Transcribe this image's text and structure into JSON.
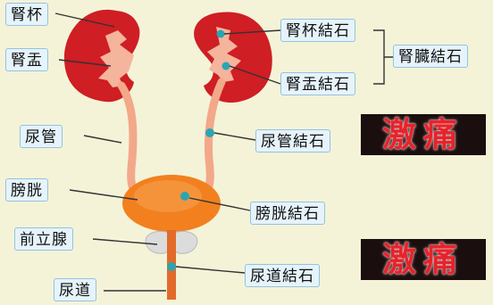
{
  "labels": {
    "kidney_calyx": "腎杯",
    "renal_pelvis": "腎盂",
    "ureter": "尿管",
    "bladder": "膀胱",
    "prostate": "前立腺",
    "urethra": "尿道",
    "calyx_stone": "腎杯結石",
    "pelvis_stone": "腎盂結石",
    "kidney_stone": "腎臓結石",
    "ureter_stone": "尿管結石",
    "bladder_stone": "膀胱結石",
    "urethra_stone": "尿道結石"
  },
  "banners": [
    "激痛",
    "激痛"
  ],
  "colors": {
    "background": "#f4f3d8",
    "kidney": "#cf1e24",
    "pelvis": "#f5b49c",
    "ureter": "#f3a88a",
    "bladder": "#f2801e",
    "stone": "#2aa6b3",
    "label_bg": "#e6f3fb",
    "label_border": "#93c3de",
    "banner_text": "#e6232b",
    "banner_bg": "#1a0e0e"
  }
}
